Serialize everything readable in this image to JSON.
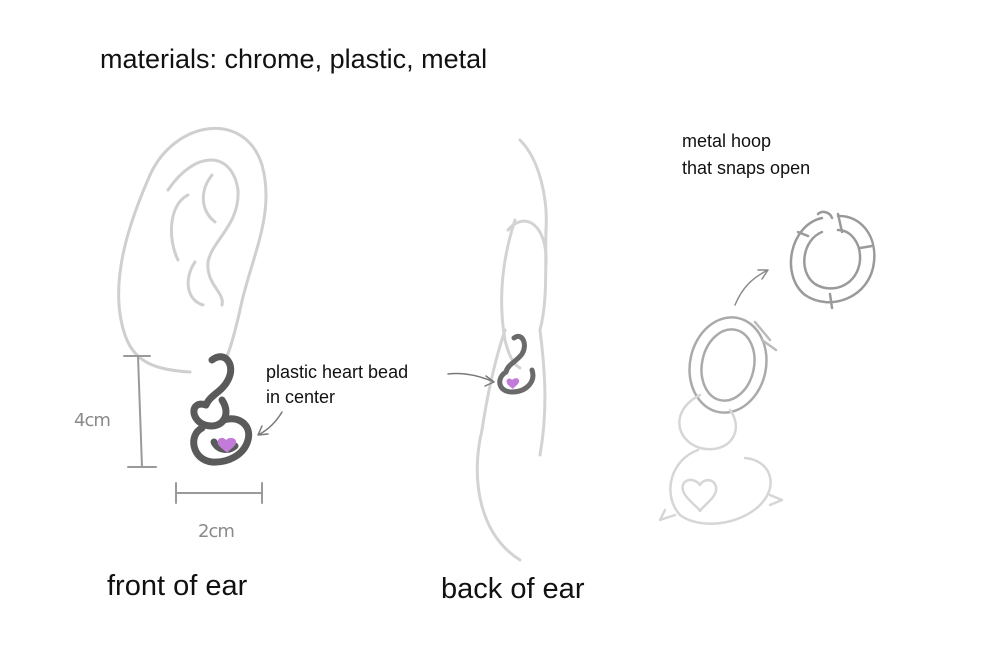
{
  "title": "materials: chrome, plastic, metal",
  "annotations": {
    "bead_line1": "plastic heart bead",
    "bead_line2": "in center",
    "hoop_line1": "metal hoop",
    "hoop_line2": "that snaps open"
  },
  "dimensions": {
    "height": "4cm",
    "width": "2cm"
  },
  "captions": {
    "front": "front of ear",
    "back": "back of ear"
  },
  "colors": {
    "sketch": "#c8c8c8",
    "earring": "#5a5a5a",
    "bead": "#c27bd9"
  }
}
